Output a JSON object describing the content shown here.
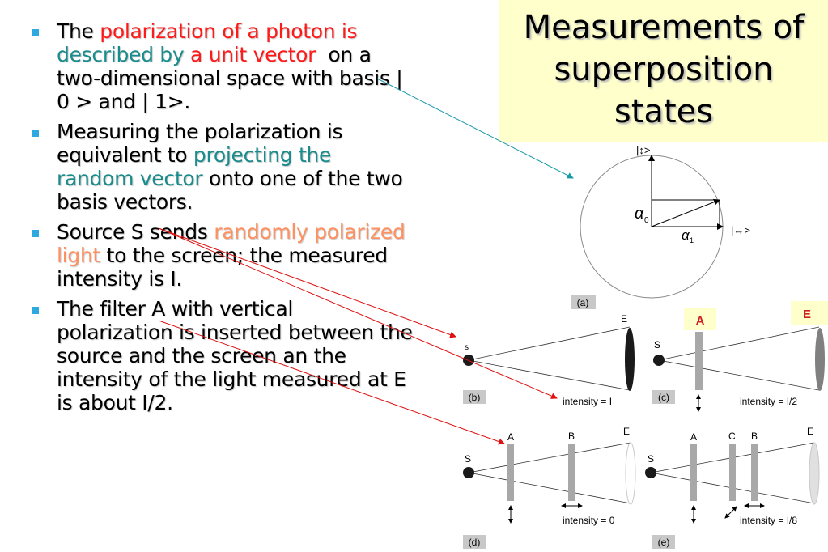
{
  "title": {
    "line1": "Measurements of",
    "line2": "superposition",
    "line3": "states"
  },
  "bullets": [
    {
      "t1": "The ",
      "t2": "polarization of a photon is",
      "t3": "described by",
      "t4": "a unit vector",
      "t5": "on a two-dimensional space with basis | 0 > and | 1>."
    },
    {
      "t1": "Measuring the polarization is equivalent to ",
      "t2": "projecting the random vector",
      "t3": " onto one of the two basis vectors."
    },
    {
      "t1": "Source S sends ",
      "t2": "randomly polarized light",
      "t3": " to the screen; the measured intensity is I."
    },
    {
      "t1": "The filter A with vertical polarization is inserted between the source and the screen an the intensity of the light measured at E is about I/2."
    }
  ],
  "figure": {
    "a": {
      "top_label": "|↕>",
      "right_label": "|↔>",
      "alpha0": "α",
      "alpha0_sub": "0",
      "alpha1": "α",
      "alpha1_sub": "1",
      "panel": "(a)"
    },
    "b": {
      "source": "s",
      "screen": "E",
      "intensity": "intensity = I",
      "panel": "(b)"
    },
    "c": {
      "source": "S",
      "filter": "A",
      "screen": "E",
      "intensity": "intensity = I/2",
      "panel": "(c)"
    },
    "d": {
      "source": "S",
      "filter_a": "A",
      "filter_b": "B",
      "screen": "E",
      "intensity": "intensity = 0",
      "panel": "(d)"
    },
    "e": {
      "source": "S",
      "filter_a": "A",
      "filter_c": "C",
      "filter_b": "B",
      "screen": "E",
      "intensity": "intensity = I/8",
      "panel": "(e)"
    }
  },
  "colors": {
    "title_bg": "#ffffcc",
    "red": "#ff1a1a",
    "teal": "#1a8c8c",
    "orange": "#ff9060",
    "bullet": "#2fa8e0",
    "label_red": "#cc2222"
  }
}
